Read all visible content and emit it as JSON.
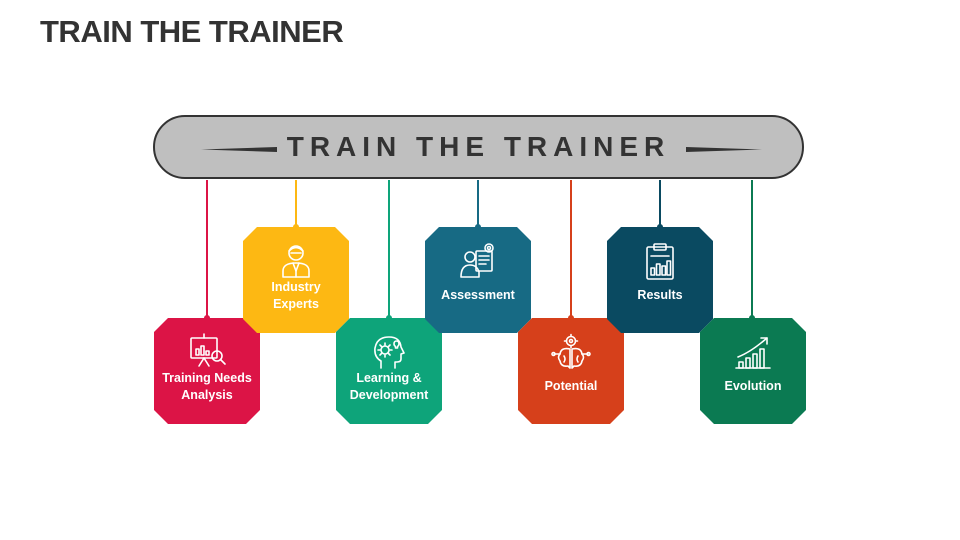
{
  "title": "TRAIN THE TRAINER",
  "banner": {
    "text": "TRAIN THE TRAINER"
  },
  "colors": {
    "banner_fill": "#bfbfbf",
    "banner_border": "#333333"
  },
  "steps": [
    {
      "label": "Training Needs\nAnalysis",
      "color": "#dc1446",
      "icon": "presentation-chart-magnifier-icon"
    },
    {
      "label": "Industry\nExperts",
      "color": "#fdb813",
      "icon": "expert-person-icon"
    },
    {
      "label": "Learning &\nDevelopment",
      "color": "#0ea47a",
      "icon": "head-gear-lightbulb-icon"
    },
    {
      "label": "Assessment",
      "color": "#176a84",
      "icon": "person-screen-gear-icon"
    },
    {
      "label": "Potential",
      "color": "#d6401b",
      "icon": "brain-gear-icon"
    },
    {
      "label": "Results",
      "color": "#0a4a61",
      "icon": "clipboard-bar-chart-icon"
    },
    {
      "label": "Evolution",
      "color": "#0b7a52",
      "icon": "growth-chart-arrow-icon"
    }
  ]
}
